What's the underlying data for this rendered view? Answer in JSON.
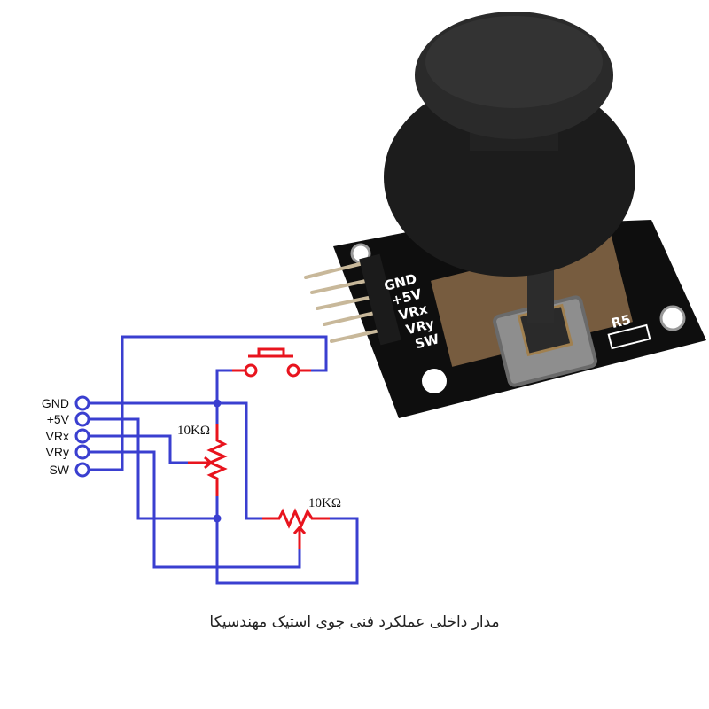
{
  "caption": "مدار داخلی عملکرد فنی جوی استیک مهندسیکا",
  "schematic": {
    "pins": [
      "GND",
      "+5V",
      "VRx",
      "VRy",
      "SW"
    ],
    "resistor_x_label": "10KΩ",
    "resistor_y_label": "10KΩ"
  },
  "module_photo": {
    "silkscreen": [
      "GND",
      "+5V",
      "VRx",
      "VRy",
      "SW"
    ],
    "component_label": "R5"
  },
  "colors": {
    "wire": "#3a3fd0",
    "component": "#e8141e",
    "board": "#111111"
  }
}
